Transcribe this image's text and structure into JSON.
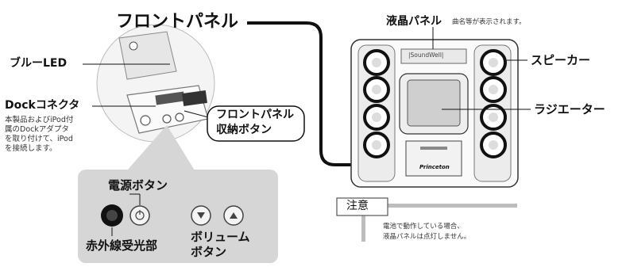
{
  "front_panel_title": "フロントパネル",
  "lcd_panel": {
    "label": "液晶パネル",
    "note": "曲名等が表示されます。",
    "display_text": "|SoundWell|"
  },
  "speaker_label": "スピーカー",
  "radiator_label": "ラジエーター",
  "brand": "Princeton",
  "blue_led_label": "ブルーLED",
  "dock_connector": {
    "label": "Dockコネクタ",
    "description": [
      "本製品およびiPod付",
      "属のDockアダプタ",
      "を取り付けて、iPod",
      "を接続します。"
    ]
  },
  "front_panel_storage_button": [
    "フロントパネル",
    "収納ボタン"
  ],
  "power_button_label": "電源ボタン",
  "volume_button_label": [
    "ボリューム",
    "ボタン"
  ],
  "ir_receiver_label": "赤外線受光部",
  "caution": {
    "label": "注意",
    "lines": [
      "電池で動作している場合、",
      "液晶パネルは点灯しません。"
    ]
  },
  "colors": {
    "line": "#111111",
    "gray_box": "#d6d6d6",
    "caution_bar": "#bdbdbd"
  }
}
